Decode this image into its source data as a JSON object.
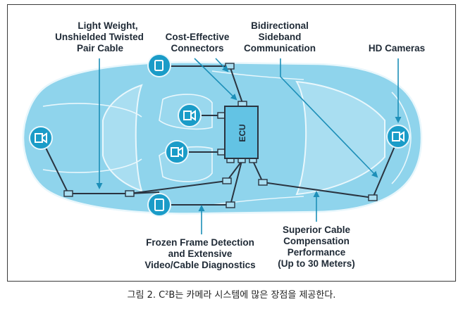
{
  "labels": {
    "cable": [
      "Light Weight,",
      "Unshielded Twisted",
      "Pair Cable"
    ],
    "connectors": [
      "Cost-Effective",
      "Connectors"
    ],
    "sideband": [
      "Bidirectional",
      "Sideband",
      "Communication"
    ],
    "cameras": [
      "HD Cameras"
    ],
    "frozen": [
      "Frozen Frame Detection",
      "and Extensive",
      "Video/Cable Diagnostics"
    ],
    "superior": [
      "Superior Cable",
      "Compensation",
      "Performance",
      "(Up to 30 Meters)"
    ]
  },
  "ecu_label": "ECU",
  "caption": "그림 2. C²B는 카메라 시스템에 많은 장점을 제공한다.",
  "colors": {
    "car_body": "#8fd4ec",
    "car_outline": "#e9f7fc",
    "node": "#1a9cc8",
    "wire": "#2a3440",
    "ecu_fill": "#63c3e4",
    "arrow": "#1d8fb8",
    "text": "#1f2a36"
  },
  "icons": [
    "camera-icon",
    "display-icon"
  ]
}
